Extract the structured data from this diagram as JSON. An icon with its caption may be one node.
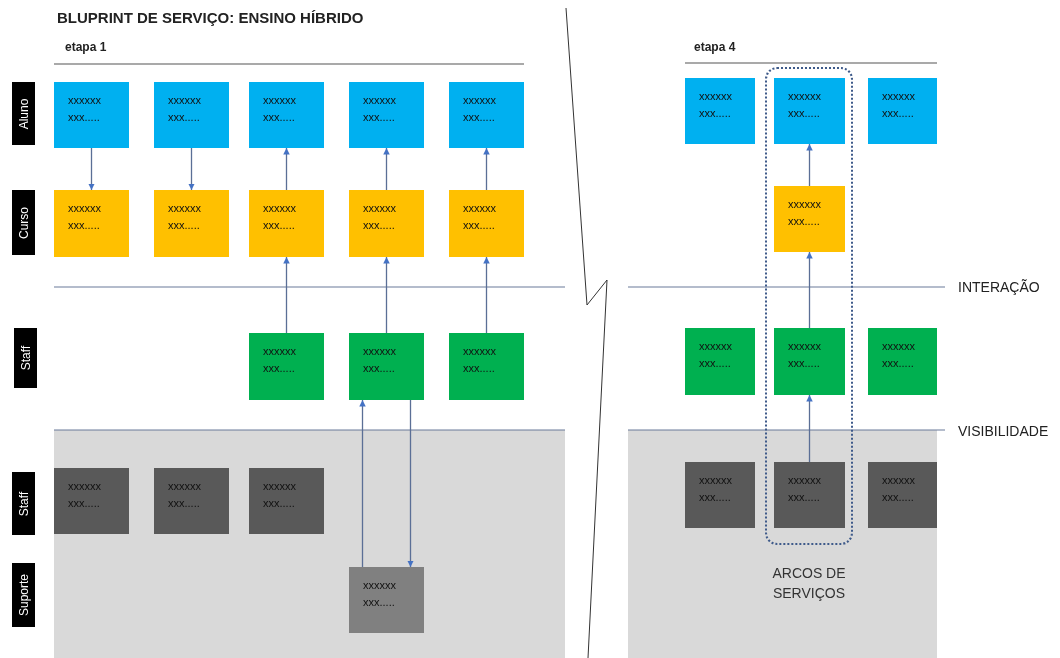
{
  "diagram": {
    "title": "BLUPRINT DE SERVIÇO: ENSINO HÍBRIDO",
    "nodes": [
      {
        "text": [
          "Aluno"
        ]
      },
      {
        "text": [
          "Curso"
        ]
      },
      {
        "text": [
          "Staff"
        ]
      },
      {
        "text": [
          "Staff"
        ]
      },
      {
        "text": [
          "Suporte"
        ]
      },
      {
        "text": [
          "xxxxxx xxx....."
        ]
      },
      {
        "text": [
          "xxxxxx xxx....."
        ]
      },
      {
        "text": [
          "xxxxxx xxx....."
        ]
      },
      {
        "text": [
          "xxxxxx xxx....."
        ]
      },
      {
        "text": [
          "xxxxxx xxx....."
        ]
      },
      {
        "text": [
          "xxxxxx xxx....."
        ]
      },
      {
        "text": [
          "xxxxxx xxx....."
        ]
      },
      {
        "text": [
          "xxxxxx xxx....."
        ]
      },
      {
        "text": [
          "xxxxxx xxx....."
        ]
      },
      {
        "text": [
          "xxxxxx xxx....."
        ]
      },
      {
        "text": [
          "xxxxxx xxx....."
        ]
      },
      {
        "text": [
          "xxxxxx xxx....."
        ]
      },
      {
        "text": [
          "xxxxxx xxx....."
        ]
      },
      {
        "text": [
          "xxxxxx xxx....."
        ]
      },
      {
        "text": [
          "xxxxxx xxx....."
        ]
      },
      {
        "text": [
          "xxxxxx xxx....."
        ]
      },
      {
        "text": [
          "xxxxxx xxx....."
        ]
      },
      {
        "text": [],
        "shape": "box",
        "beside": [
          "ARCOS DE SERVIÇOS"
        ]
      },
      {
        "text": [
          "xxxxxx xxx....."
        ]
      },
      {
        "text": [
          "xxxxxx xxx....."
        ],
        "in": 22
      },
      {
        "text": [
          "xxxxxx xxx....."
        ]
      },
      {
        "text": [
          "xxxxxx xxx....."
        ],
        "in": 22
      },
      {
        "text": [
          "xxxxxx xxx....."
        ]
      },
      {
        "text": [
          "xxxxxx xxx....."
        ],
        "in": 22
      },
      {
        "text": [
          "xxxxxx xxx....."
        ]
      },
      {
        "text": [
          "xxxxxx xxx....."
        ]
      },
      {
        "text": [
          "xxxxxx xxx....."
        ],
        "in": 22
      },
      {
        "text": [
          "xxxxxx xxx....."
        ]
      }
    ],
    "edges": [
      {
        "from": 5,
        "to": 10,
        "arrow": "to"
      },
      {
        "from": 6,
        "to": 11,
        "arrow": "to"
      },
      {
        "from": 12,
        "to": 7,
        "arrow": "to"
      },
      {
        "from": 13,
        "to": 8,
        "arrow": "to"
      },
      {
        "from": 14,
        "to": 9,
        "arrow": "to"
      },
      {
        "from": 15,
        "to": 12,
        "arrow": "to"
      },
      {
        "from": 16,
        "to": 13,
        "arrow": "to"
      },
      {
        "from": 17,
        "to": 14,
        "arrow": "to"
      },
      {
        "from": 21,
        "to": 16,
        "arrow": "to"
      },
      {
        "from": 16,
        "to": 21,
        "arrow": "to"
      },
      {
        "from": 26,
        "to": 24,
        "arrow": "to"
      },
      {
        "from": 28,
        "to": 26,
        "arrow": "to"
      },
      {
        "from": 31,
        "to": 28,
        "arrow": "to"
      }
    ],
    "labels": [
      "etapa 1",
      "etapa 4",
      "INTERAÇÃO",
      "VISIBILIDADE"
    ]
  }
}
